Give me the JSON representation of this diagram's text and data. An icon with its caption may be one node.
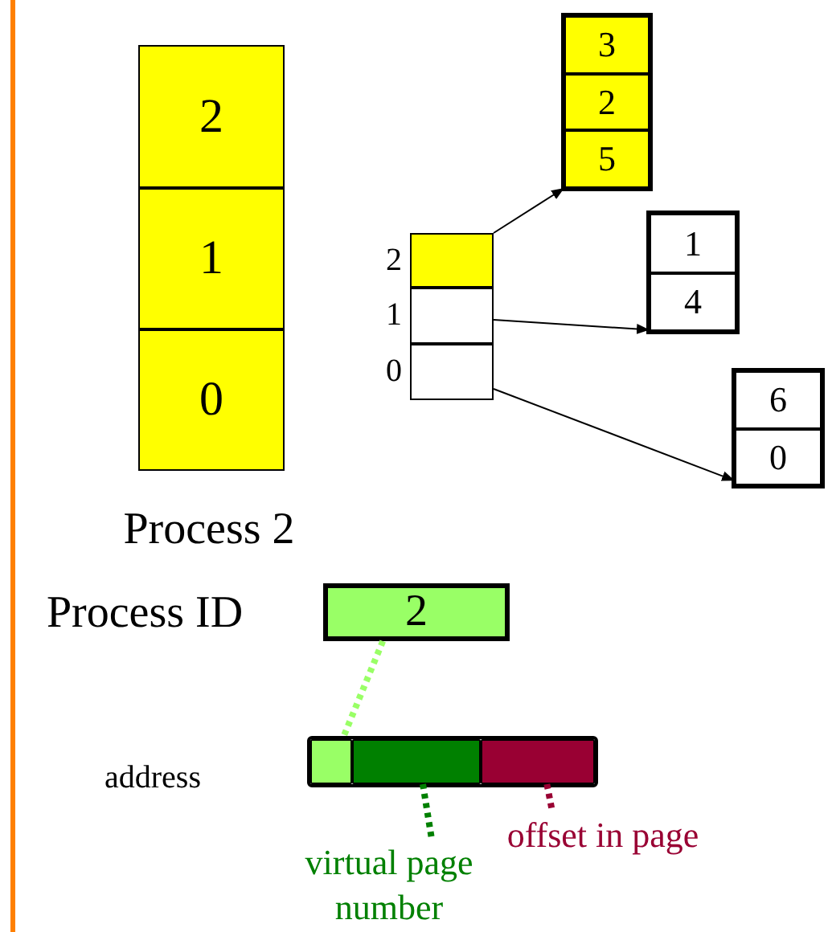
{
  "diagram": {
    "nodes": [
      {
        "text": [
          "Process 2"
        ]
      },
      {
        "text": [
          "2"
        ],
        "in": 0
      },
      {
        "text": [
          "1"
        ],
        "in": 0
      },
      {
        "text": [
          "0"
        ],
        "in": 0
      },
      {
        "text": [],
        "shape": "box"
      },
      {
        "text": [],
        "shape": "box"
      },
      {
        "text": [],
        "shape": "box"
      },
      {
        "text": [],
        "shape": "box"
      },
      {
        "text": [
          "3"
        ],
        "in": 7
      },
      {
        "text": [
          "2"
        ],
        "in": 7
      },
      {
        "text": [
          "5"
        ],
        "in": 7
      },
      {
        "text": [],
        "shape": "box"
      },
      {
        "text": [
          "1"
        ],
        "in": 11
      },
      {
        "text": [
          "4"
        ],
        "in": 11
      },
      {
        "text": [],
        "shape": "box"
      },
      {
        "text": [
          "6"
        ],
        "in": 14
      },
      {
        "text": [
          "0"
        ],
        "in": 14
      },
      {
        "text": [
          "2"
        ]
      },
      {
        "text": [],
        "shape": "bar"
      },
      {
        "text": [],
        "shape": "bar",
        "in": 18
      },
      {
        "text": [],
        "shape": "bar",
        "in": 18
      },
      {
        "text": [],
        "shape": "bar",
        "in": 18
      },
      {
        "text": [
          "virtual page number"
        ]
      },
      {
        "text": [
          "offset in page"
        ]
      }
    ],
    "edges": [
      {
        "from": 4,
        "to": 7,
        "arrow": "to"
      },
      {
        "from": 5,
        "to": 11,
        "arrow": "to"
      },
      {
        "from": 6,
        "to": 14,
        "arrow": "to"
      },
      {
        "from": 17,
        "to": 19,
        "arrow": "none",
        "style": "dashed",
        "color": "#99ff66"
      },
      {
        "from": 20,
        "to": 22,
        "arrow": "none",
        "style": "dashed",
        "color": "#008000"
      },
      {
        "from": 21,
        "to": 23,
        "arrow": "none",
        "style": "dashed",
        "color": "#990033"
      }
    ],
    "labels": [
      "2",
      "1",
      "0",
      "Process ID",
      "address"
    ]
  }
}
